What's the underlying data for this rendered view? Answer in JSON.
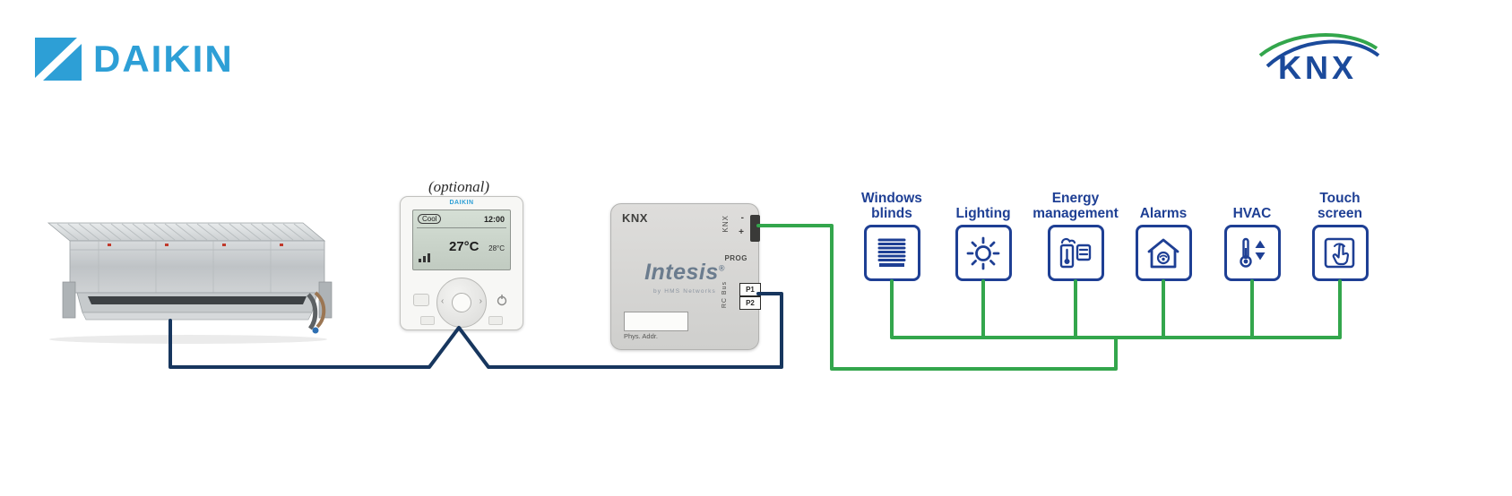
{
  "colors": {
    "daikin_blue": "#2D9FD6",
    "knx_logo_blue": "#1B4A9B",
    "knx_logo_green": "#33A64C",
    "device_blue": "#1E3F94",
    "wire_blue": "#17365E",
    "wire_green": "#33A64C",
    "gateway_body": "#D8D8D6"
  },
  "header": {
    "daikin_logo": "DAIKIN",
    "knx_logo": "KNX"
  },
  "diagram": {
    "optional_label": "(optional)",
    "remote": {
      "brand": "DAIKIN",
      "mode": "Cool",
      "time": "12:00",
      "temp_main": "27°C",
      "temp_sub": "28°C"
    },
    "gateway": {
      "logo": "KNX",
      "brand": "Intesis",
      "reg_mark": "®",
      "brand_sub": "by HMS Networks",
      "terminal_minus": "-",
      "terminal_plus": "+",
      "terminal_knx": "KNX",
      "prog": "PROG",
      "rc_bus": "RC Bus",
      "p1": "P1",
      "p2": "P2",
      "phys_addr": "Phys. Addr."
    },
    "devices": [
      {
        "id": "windows-blinds",
        "label": "Windows\nblinds"
      },
      {
        "id": "lighting",
        "label": "Lighting"
      },
      {
        "id": "energy-management",
        "label": "Energy\nmanagement"
      },
      {
        "id": "alarms",
        "label": "Alarms"
      },
      {
        "id": "hvac",
        "label": "HVAC"
      },
      {
        "id": "touch-screen",
        "label": "Touch\nscreen"
      }
    ]
  }
}
